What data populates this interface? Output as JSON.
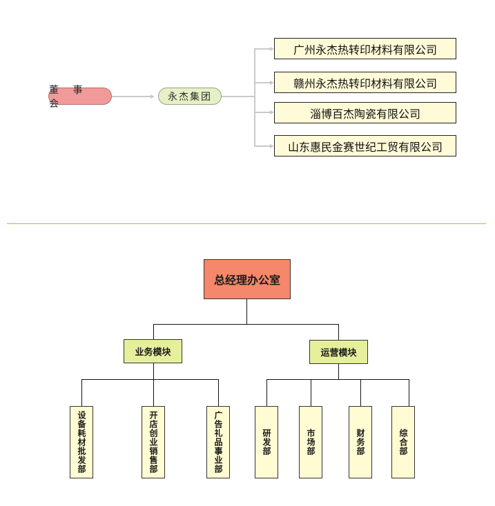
{
  "top_chart": {
    "board": "董 事 会",
    "group": "永杰集团",
    "subsidiaries": [
      "广州永杰热转印材料有限公司",
      "赣州永杰热转印材料有限公司",
      "淄博百杰陶瓷有限公司",
      "山东惠民金赛世纪工贸有限公司"
    ]
  },
  "bottom_chart": {
    "root": "总经理办公室",
    "modules": [
      {
        "label": "业务模块",
        "departments": [
          "设备耗材批发部",
          "开店创业销售部",
          "广告礼品事业部"
        ]
      },
      {
        "label": "运营模块",
        "departments": [
          "研发部",
          "市场部",
          "财务部",
          "综合部"
        ]
      }
    ]
  },
  "colors": {
    "board_fill": "#f19a9a",
    "group_fill": "#e6f0c6",
    "subsidiary_fill": "#fffbd8",
    "divider": "#eea030",
    "root_fill": "#f5876a",
    "module_fill": "#e6ef9c",
    "department_fill": "#fffbd2"
  }
}
